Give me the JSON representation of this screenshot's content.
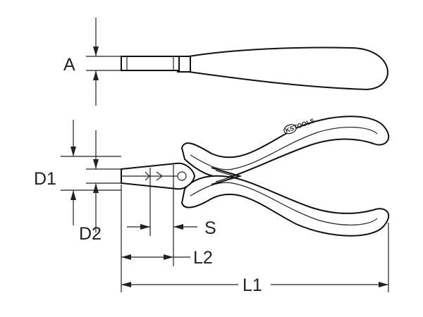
{
  "labels": {
    "a": "A",
    "d1": "D1",
    "d2": "D2",
    "s": "S",
    "l2": "L2",
    "l1": "L1"
  },
  "logo": {
    "text": "KSTOOLS",
    "icon": "ks-tools-logo-icon"
  },
  "colors": {
    "stroke": "#111111",
    "background": "#ffffff"
  }
}
